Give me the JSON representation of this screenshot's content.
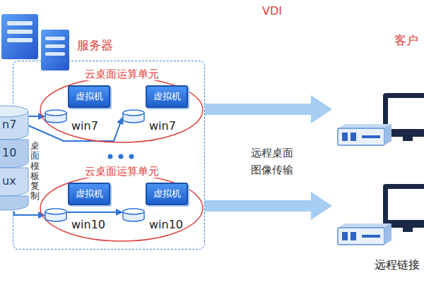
{
  "diagram": {
    "title": "VDI",
    "nodes": [
      {
        "text": [
          "服务器"
        ]
      },
      {
        "text": [
          "n7",
          "10",
          "ux"
        ]
      },
      {
        "text": [
          "云桌面运算单元"
        ],
        "in": 0
      },
      {
        "text": [
          "虚拟机"
        ],
        "in": 2
      },
      {
        "text": [
          "win7"
        ],
        "in": 2
      },
      {
        "text": [
          "虚拟机"
        ],
        "in": 2
      },
      {
        "text": [
          "win7"
        ],
        "in": 2
      },
      {
        "text": [
          "云桌面运算单元"
        ],
        "in": 0
      },
      {
        "text": [
          "虚拟机"
        ],
        "in": 7
      },
      {
        "text": [
          "win10"
        ],
        "in": 7
      },
      {
        "text": [
          "虚拟机"
        ],
        "in": 7
      },
      {
        "text": [
          "win10"
        ],
        "in": 7
      },
      {
        "text": [
          "客户"
        ]
      },
      {
        "text": [
          "远程链接"
        ]
      }
    ],
    "edges": [
      {
        "from": 1,
        "to": 4,
        "arrow": "to"
      },
      {
        "from": 1,
        "to": 6,
        "arrow": "to"
      },
      {
        "from": 1,
        "to": 9,
        "arrow": "to"
      },
      {
        "from": 9,
        "to": 11,
        "arrow": "to"
      },
      {
        "from": 0,
        "to": 12,
        "arrow": "to"
      },
      {
        "from": 0,
        "to": 13,
        "arrow": "to"
      }
    ],
    "labels": [
      "桌面模板复制",
      "远程桌面 图像传输"
    ]
  }
}
